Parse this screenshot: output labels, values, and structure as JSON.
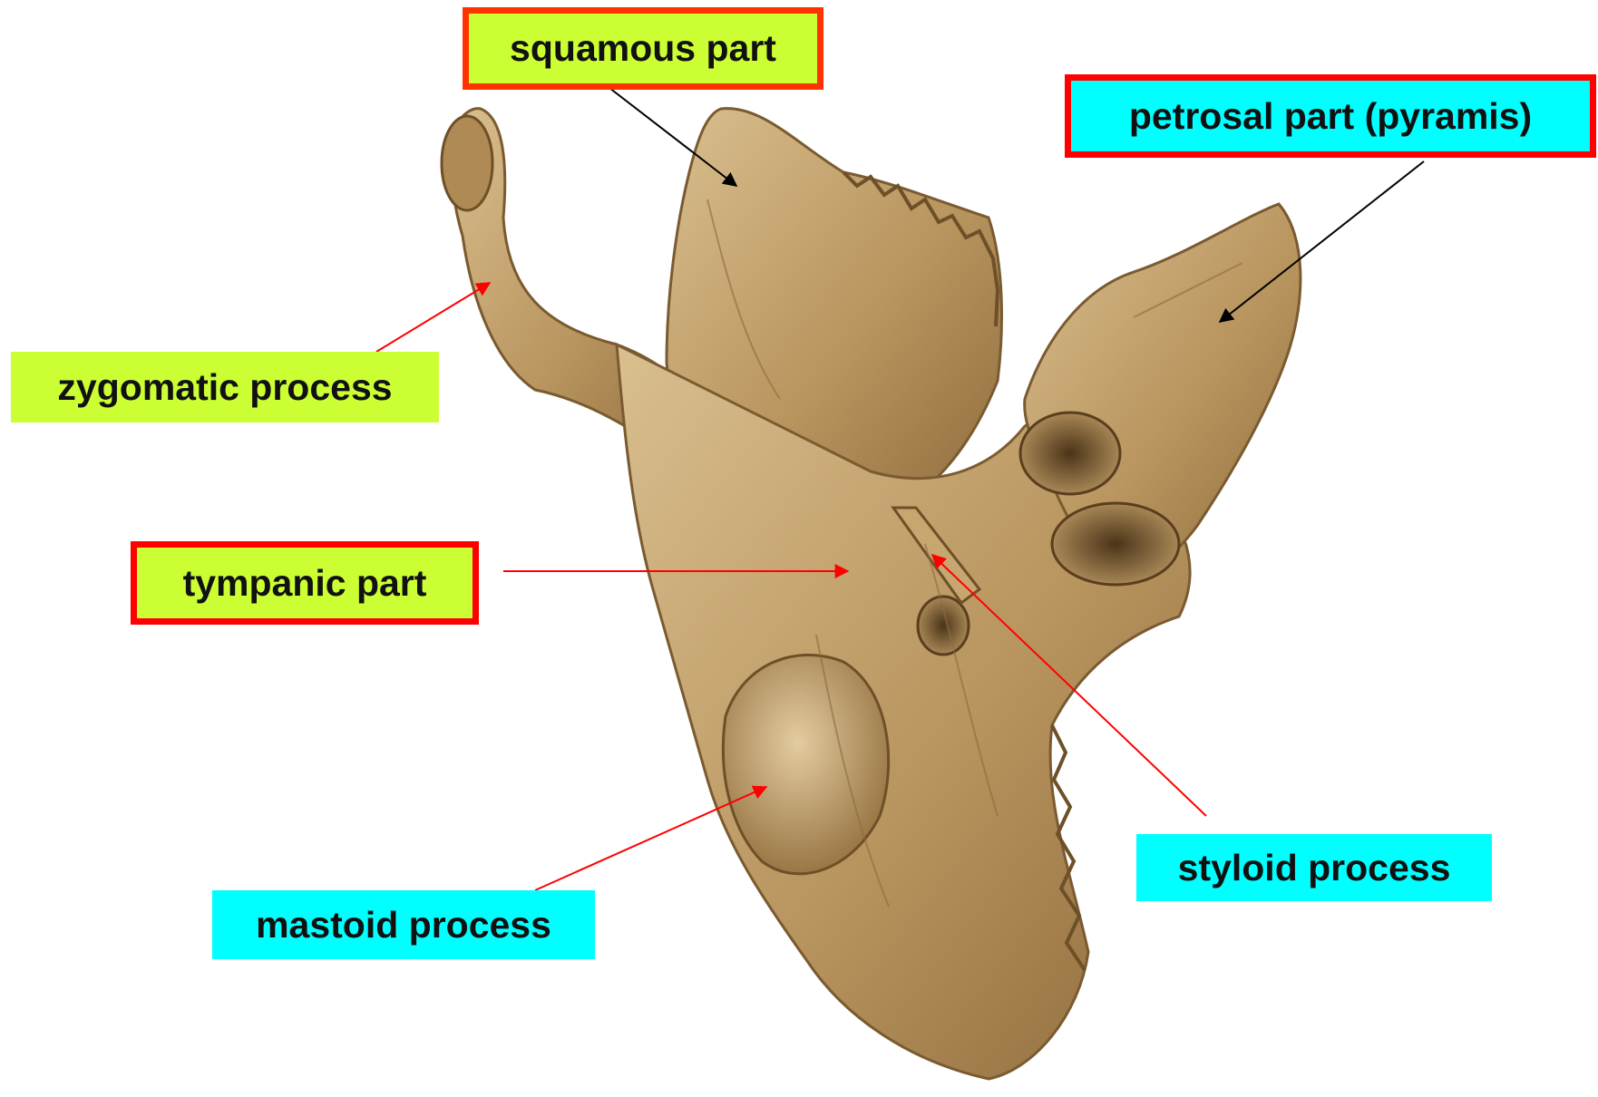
{
  "labels": {
    "squamous": {
      "text": "squamous part",
      "fill": "#ccff33",
      "border": "#ff3300"
    },
    "petrosal": {
      "text": "petrosal part (pyramis)",
      "fill": "#00ffff",
      "border": "#ff0000"
    },
    "zygomatic": {
      "text": "zygomatic process",
      "fill": "#ccff33",
      "border": "none"
    },
    "tympanic": {
      "text": "tympanic part",
      "fill": "#ccff33",
      "border": "#ff0000"
    },
    "styloid": {
      "text": "styloid process",
      "fill": "#00ffff",
      "border": "none"
    },
    "mastoid": {
      "text": "mastoid process",
      "fill": "#00ffff",
      "border": "none"
    }
  },
  "colors": {
    "bone": "#c9a978",
    "bone_shadow": "#8a6a3e",
    "bone_highlight": "#e6d2ac",
    "pointer_red": "#ff0000",
    "pointer_black": "#000000"
  },
  "image": {
    "subject": "temporal-bone-illustration"
  }
}
